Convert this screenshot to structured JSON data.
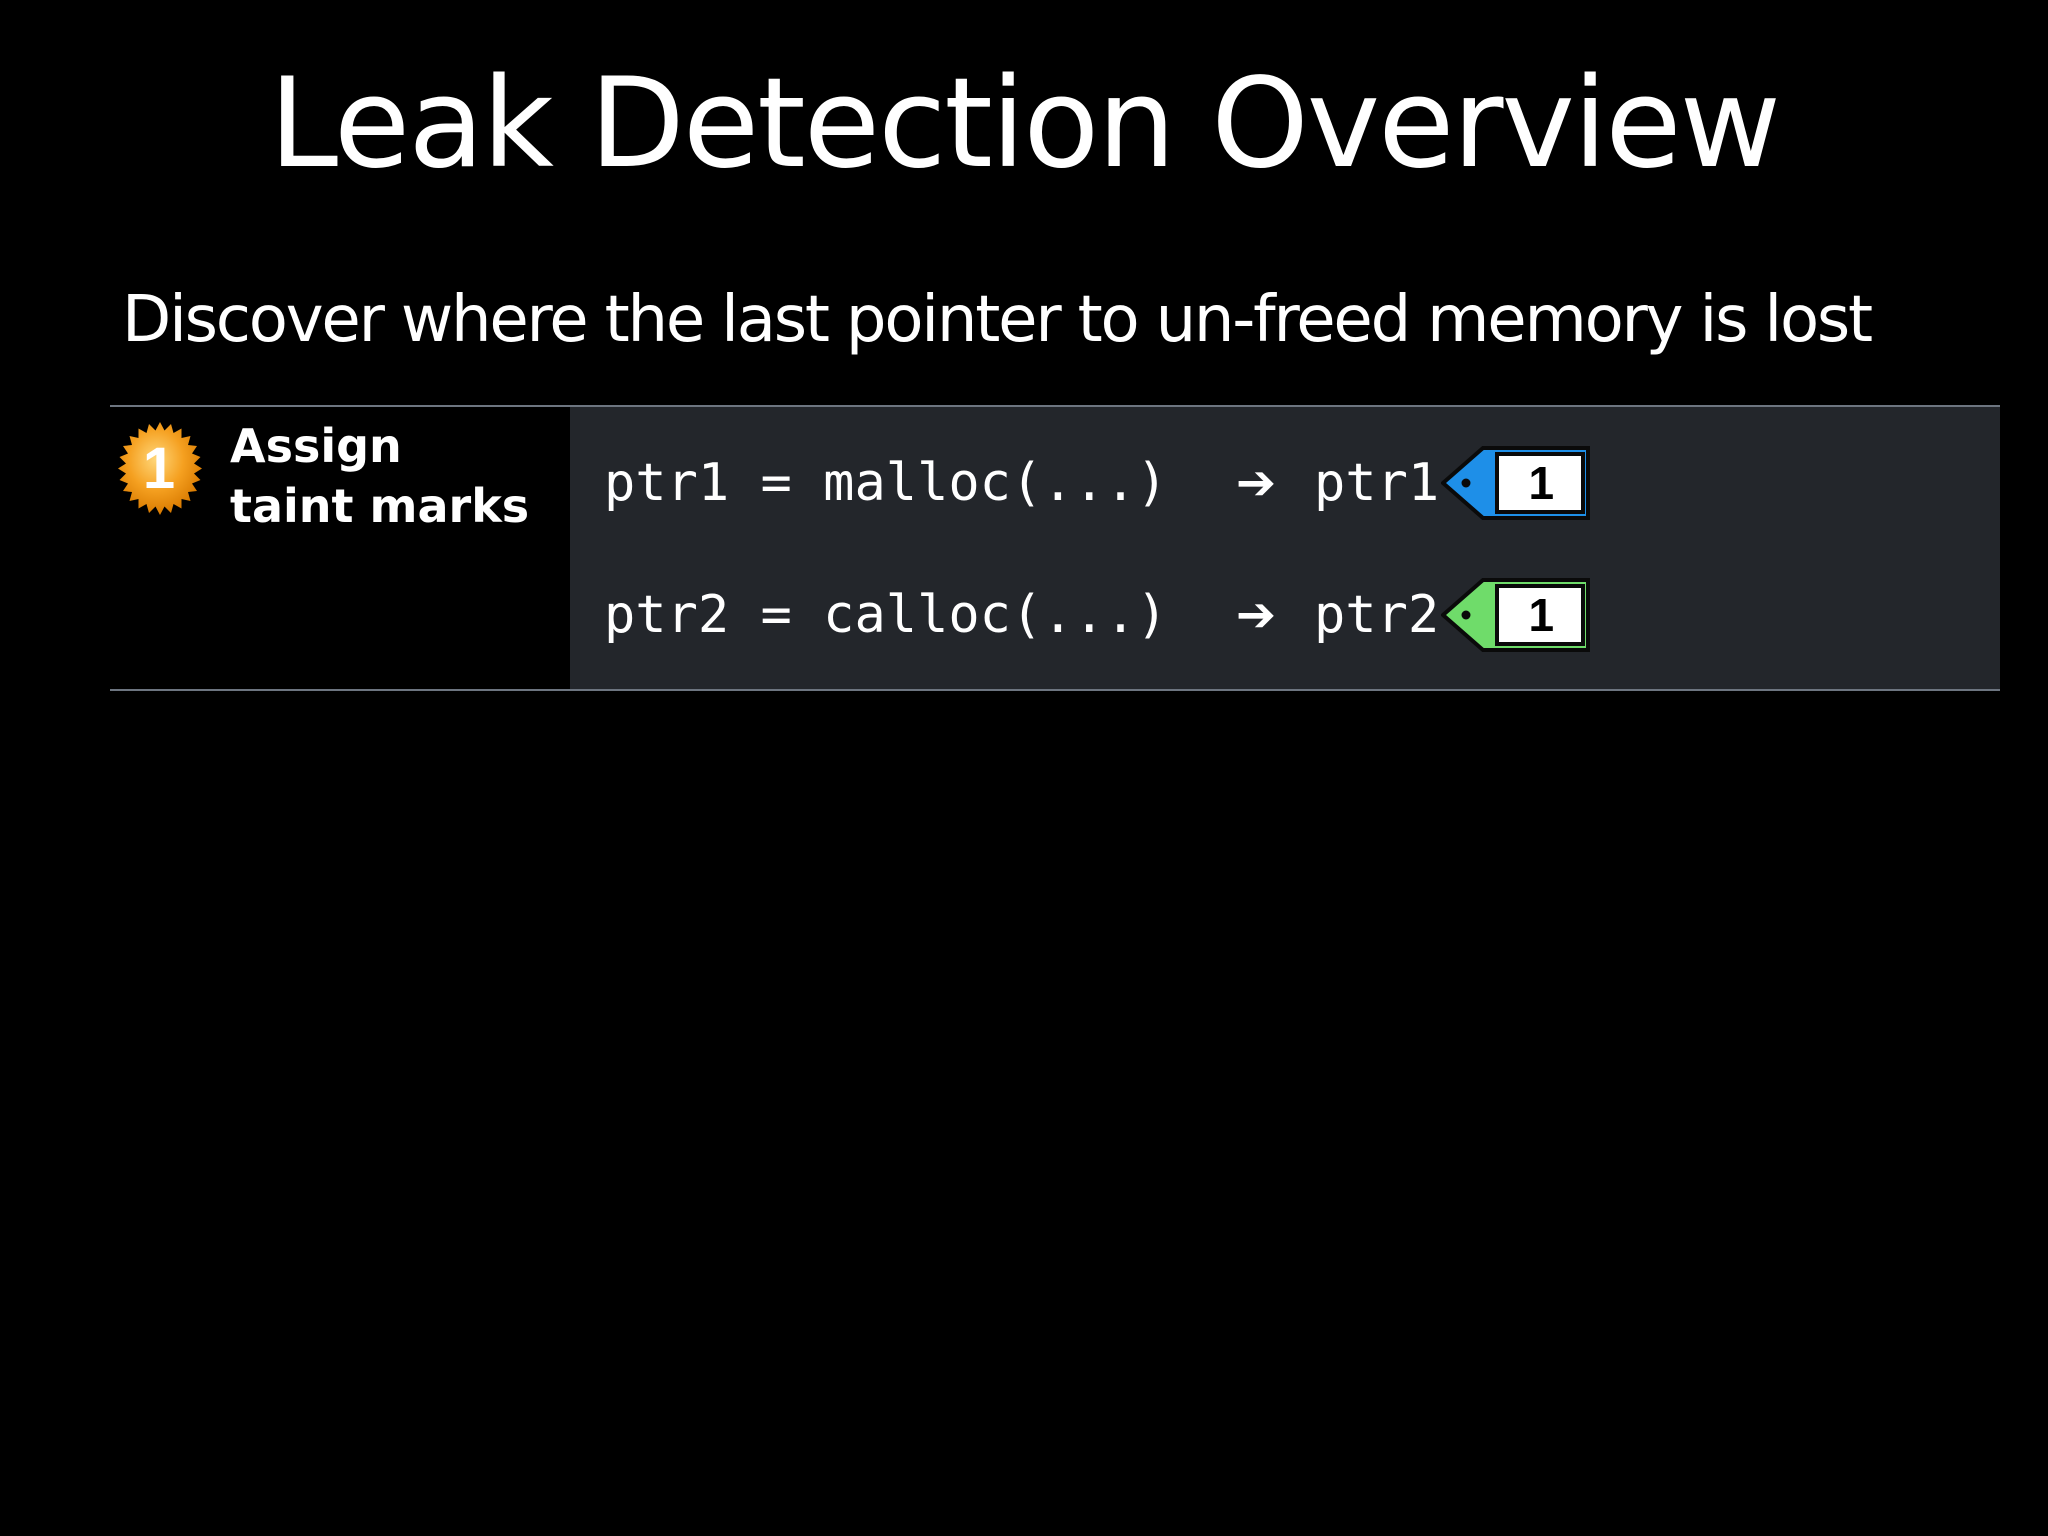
{
  "slide": {
    "title": "Leak Detection Overview",
    "subtitle": "Discover where the last pointer to un-freed memory is lost"
  },
  "step": {
    "number": "1",
    "label_line1": "Assign",
    "label_line2": "taint marks",
    "badge_color": "#f5a020"
  },
  "rows": [
    {
      "code": "ptr1 = malloc(...)",
      "arrow": "➔",
      "pointer": "ptr1",
      "tag_value": "1",
      "tag_color": "#1e8fe8"
    },
    {
      "code": "ptr2 = calloc(...)",
      "arrow": "➔",
      "pointer": "ptr2",
      "tag_value": "1",
      "tag_color": "#6fdc6a"
    }
  ],
  "colors": {
    "background": "#000000",
    "panel": "#23262b",
    "rule": "#6d7580"
  }
}
